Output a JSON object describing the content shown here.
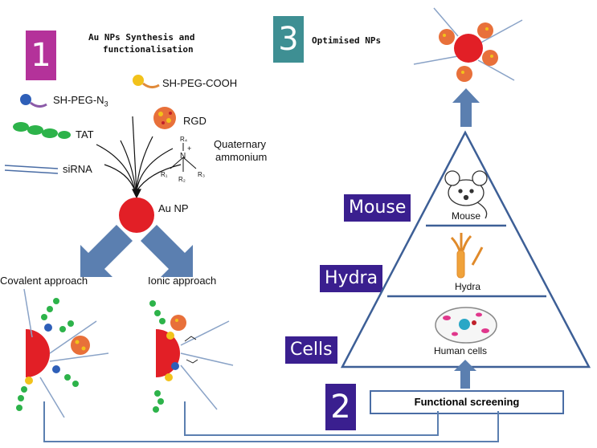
{
  "step1": {
    "number": "1",
    "title_line1": "Au NPs Synthesis and",
    "title_line2": "functionalisation",
    "color": "#b4329a"
  },
  "step2": {
    "number": "2",
    "color": "#3a1f8f"
  },
  "step3": {
    "number": "3",
    "title": "Optimised NPs",
    "color": "#3e8f93"
  },
  "components": {
    "peg_n3": "SH-PEG-N",
    "peg_n3_sub": "3",
    "peg_cooh": "SH-PEG-COOH",
    "tat": "TAT",
    "rgd": "RGD",
    "sirna": "siRNA",
    "quat_line1": "Quaternary",
    "quat_line2": "ammonium",
    "au_np": "Au NP"
  },
  "approaches": {
    "covalent": "Covalent approach",
    "ionic": "Ionic approach"
  },
  "pyramid": {
    "mouse_label": "Mouse",
    "hydra_label": "Hydra",
    "cells_label": "Cells",
    "mouse_caption": "Mouse",
    "hydra_caption": "Hydra",
    "cells_caption": "Human cells"
  },
  "screening": {
    "label": "Functional screening"
  },
  "colors": {
    "arrow_blue": "#5b7fb0",
    "gold_red": "#e21f26",
    "tat_green": "#2db34a",
    "peg_blue": "#2e5fb8",
    "peg_yellow": "#f2c21b",
    "line_blue": "#4a6da5",
    "label_purple": "#3a1f8f"
  }
}
